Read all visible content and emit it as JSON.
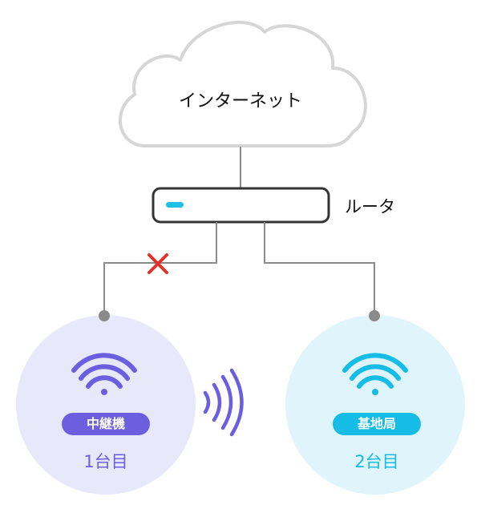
{
  "cloud": {
    "label": "インターネット"
  },
  "router": {
    "label": "ルータ"
  },
  "devices": [
    {
      "role": "中継機",
      "count": "1台目"
    },
    {
      "role": "基地局",
      "count": "2台目"
    }
  ],
  "icons": {
    "wifi": "wifi-icon",
    "signal": "wireless-signal-icon",
    "disconnect": "x-mark-icon"
  },
  "colors": {
    "cloud_stroke": "#d6d6d6",
    "line": "#8a8a8a",
    "router_stroke": "#333333",
    "router_led": "#1ec0e8",
    "disconnect": "#e0322a",
    "left_circle": "#e8e8fb",
    "left_accent": "#6b5fe0",
    "right_circle": "#dff4fb",
    "right_accent": "#14bce6"
  }
}
